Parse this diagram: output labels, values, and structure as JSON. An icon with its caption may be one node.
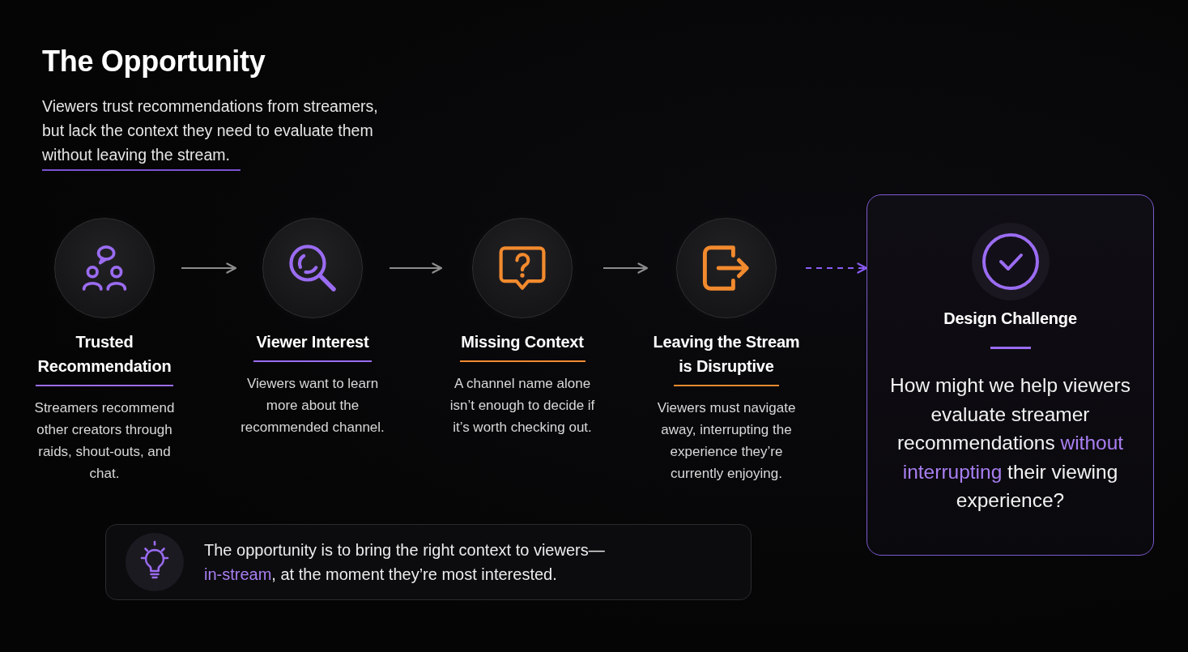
{
  "diagram": {
    "title": "The Opportunity",
    "nodes": [
      {
        "text": [
          "Trusted Recommendation",
          "Streamers recommend other creators through raids, shout-outs, and chat."
        ]
      },
      {
        "text": [
          "Viewer Interest",
          "Viewers want to learn more about the recommended channel."
        ]
      },
      {
        "text": [
          "Missing Context",
          "A channel name alone isn’t enough to decide if it’s worth checking out."
        ]
      },
      {
        "text": [
          "Leaving the Stream is Disruptive",
          "Viewers must navigate away, interrupting the experience they’re currently enjoying."
        ]
      },
      {
        "text": [
          "Design Challenge",
          "How might we help viewers evaluate streamer recommendations **without interrupting** their viewing experience?"
        ]
      },
      {
        "text": [
          "The opportunity is to bring the right context to viewers— **in-stream**, at the moment they’re most interested."
        ]
      }
    ],
    "edges": [
      {
        "from": 0,
        "to": 1,
        "arrow": "to"
      },
      {
        "from": 1,
        "to": 2,
        "arrow": "to"
      },
      {
        "from": 2,
        "to": 3,
        "arrow": "to"
      },
      {
        "from": 3,
        "to": 4,
        "arrow": "to",
        "style": "dashed",
        "color": "#8b5cf6"
      }
    ],
    "labels": [
      "Viewers trust recommendations from streamers, but lack the context they need to evaluate them without leaving the stream."
    ]
  }
}
